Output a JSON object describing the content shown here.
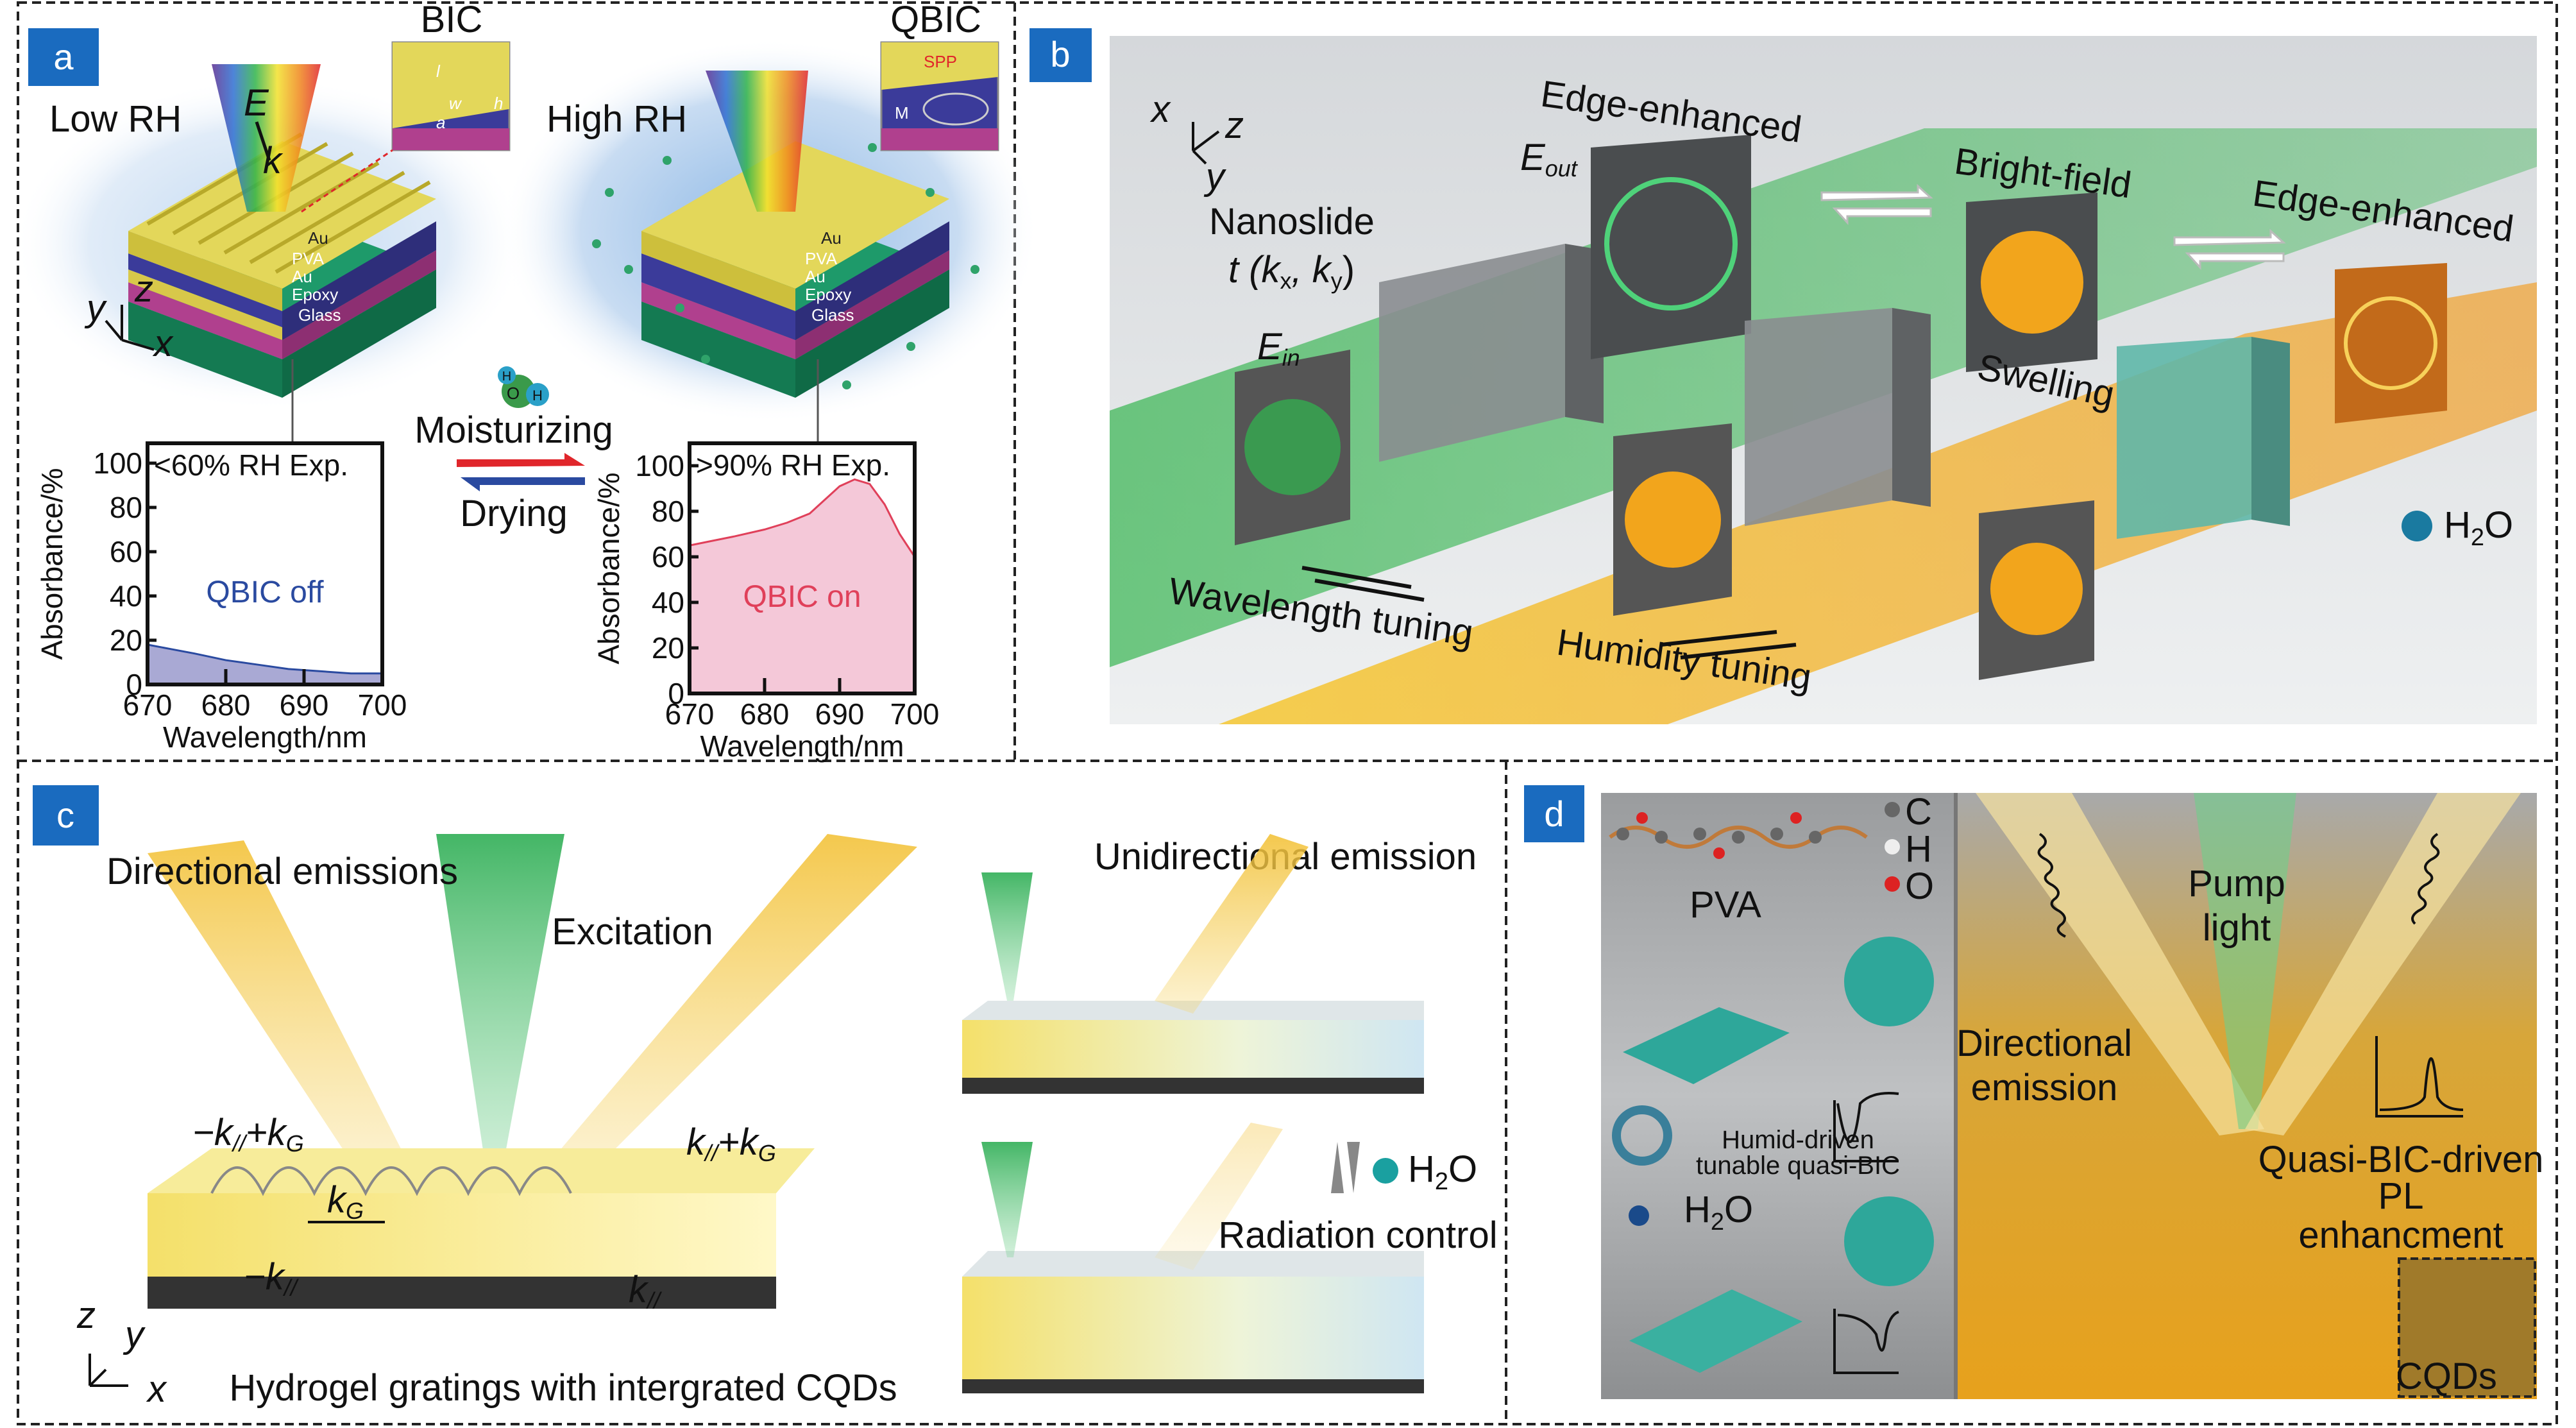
{
  "panels": {
    "a": {
      "label": "a",
      "low_rh": "Low RH",
      "high_rh": "High RH",
      "bic": "BIC",
      "qbic": "QBIC",
      "field_e": "E",
      "field_k": "k",
      "layers": [
        "Au",
        "PVA",
        "Au",
        "Epoxy",
        "Glass"
      ],
      "inset_bic": {
        "w": "w",
        "h": "h",
        "a": "a",
        "l": "l"
      },
      "inset_qbic": {
        "spp": "SPP",
        "m": "M"
      },
      "axes": {
        "y": "y",
        "z": "z",
        "x": "x"
      },
      "molecule": {
        "o": "O",
        "h1": "H",
        "h2": "H"
      },
      "moisturizing": "Moisturizing",
      "drying": "Drying",
      "arrow_colors": {
        "forward": "#e0262b",
        "backward": "#2a4aa0"
      }
    },
    "b": {
      "label": "b",
      "axes": {
        "x": "x",
        "z": "z",
        "y": "y"
      },
      "edge_enhanced_1": "Edge-enhanced",
      "e_out": "E",
      "e_out_sub": "out",
      "nanoslide": "Nanoslide",
      "t_kx_ky": "t (k",
      "t_x": "x",
      "t_sep": ", k",
      "t_y": "y",
      "t_end": ")",
      "e_in": "E",
      "e_in_sub": "in",
      "bright_field": "Bright-field",
      "edge_enhanced_2": "Edge-enhanced",
      "swelling": "Swelling",
      "h2o": "H",
      "h2o_sub": "2",
      "h2o_end": "O",
      "wavelength_tuning": "Wavelength tuning",
      "humidity_tuning": "Humidity tuning"
    },
    "c": {
      "label": "c",
      "directional_emissions": "Directional emissions",
      "excitation": "Excitation",
      "unidirectional_emission": "Unidirectional emission",
      "minus_k_plus_kg": "−k",
      "k_plus_kg": "k",
      "kg": "k",
      "kg_sub": "G",
      "par": "//",
      "plus": "+k",
      "minus_k": "−k",
      "k": "k",
      "h2o": "H",
      "h2o_sub": "2",
      "h2o_end": "O",
      "radiation_control": "Radiation control",
      "caption": "Hydrogel gratings with intergrated CQDs",
      "axes": {
        "z": "z",
        "y": "y",
        "x": "x"
      }
    },
    "d": {
      "label": "d",
      "legend": [
        "C",
        "H",
        "O"
      ],
      "pva": "PVA",
      "humid_driven": "Humid-driven",
      "tunable_quasi_bic": "tunable quasi-BIC",
      "h2o": "H",
      "h2o_sub": "2",
      "h2o_end": "O",
      "pump": "Pump",
      "light": "light",
      "directional": "Directional",
      "emission": "emission",
      "quasi_bic_driven": "Quasi-BIC-driven",
      "pl": "PL",
      "enhancement": "enhancment",
      "cqds": "CQDs"
    }
  },
  "chart_data": [
    {
      "type": "area",
      "title": "<60% RH  Exp.",
      "annotation": "QBIC off",
      "annotation_color": "#2a4aa0",
      "fill": "#a9a9d4",
      "xlabel": "Wavelength/nm",
      "ylabel": "Absorbance/%",
      "xlim": [
        670,
        700
      ],
      "ylim": [
        0,
        100
      ],
      "xticks": [
        670,
        680,
        690,
        700
      ],
      "yticks": [
        0,
        20,
        40,
        60,
        80,
        100
      ],
      "x": [
        670,
        673,
        676,
        680,
        684,
        688,
        692,
        696,
        700
      ],
      "y": [
        18,
        16,
        14,
        11,
        9,
        7,
        6,
        5,
        5
      ]
    },
    {
      "type": "area",
      "title": ">90% RH Exp.",
      "annotation": "QBIC on",
      "annotation_color": "#e0405a",
      "fill": "#f4c8d8",
      "xlabel": "Wavelength/nm",
      "ylabel": "Absorbance/%",
      "xlim": [
        670,
        700
      ],
      "ylim": [
        0,
        100
      ],
      "xticks": [
        670,
        680,
        690,
        700
      ],
      "yticks": [
        0,
        20,
        40,
        60,
        80,
        100
      ],
      "x": [
        670,
        673,
        676,
        680,
        683,
        686,
        688,
        690,
        692,
        694,
        696,
        698,
        700
      ],
      "y": [
        65,
        67,
        69,
        72,
        75,
        79,
        85,
        91,
        94,
        92,
        83,
        70,
        60
      ]
    }
  ]
}
